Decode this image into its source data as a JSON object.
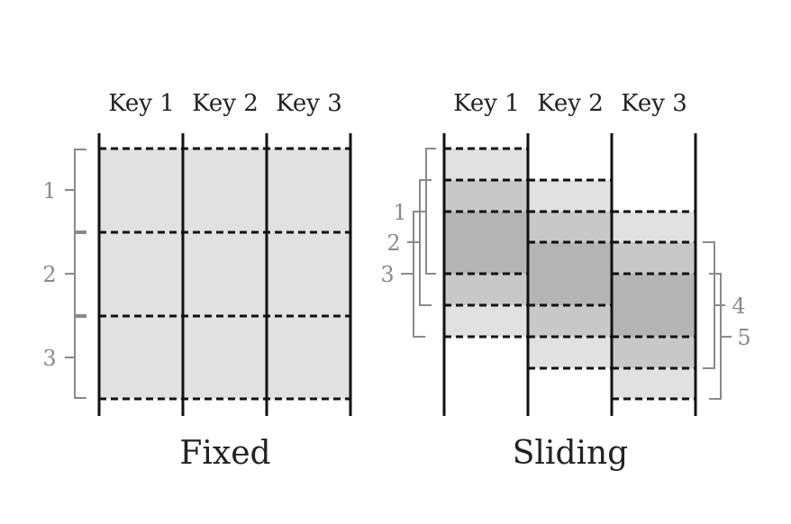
{
  "colors": {
    "light": "#e1e1e1",
    "medium": "#c8c8c8",
    "dark": "#b4b4b4",
    "line": "#111111",
    "bracket": "#8a8a8a"
  },
  "fixed": {
    "caption": "Fixed",
    "keys": [
      "Key 1",
      "Key 2",
      "Key 3"
    ],
    "windows": [
      "1",
      "2",
      "3"
    ]
  },
  "sliding": {
    "caption": "Sliding",
    "keys": [
      "Key 1",
      "Key 2",
      "Key 3"
    ],
    "windows_left": [
      "1",
      "2",
      "3"
    ],
    "windows_right": [
      "4",
      "5"
    ]
  }
}
